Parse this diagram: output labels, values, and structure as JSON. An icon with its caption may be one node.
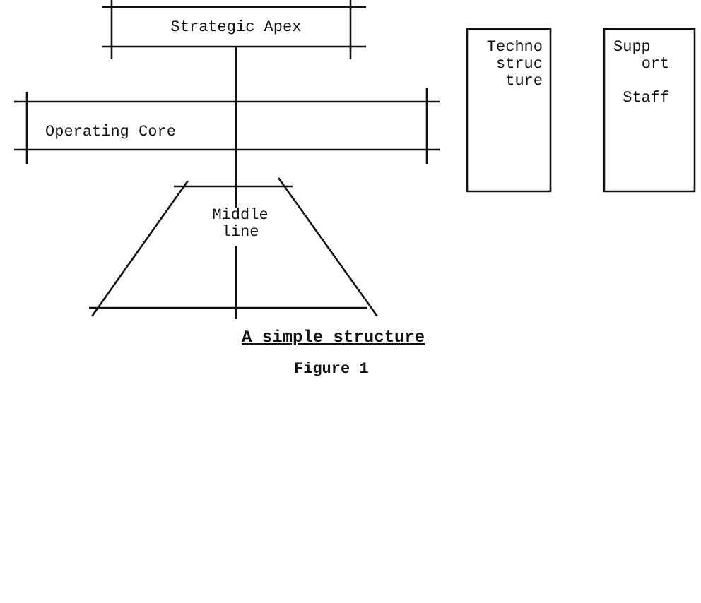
{
  "diagram": {
    "caption": "A simple structure",
    "nodes": [
      {
        "text": [
          "Strategic Apex"
        ]
      },
      {
        "text": [
          "Operating Core"
        ]
      },
      {
        "text": [
          "Middle line"
        ]
      },
      {
        "text": [
          "Techno struc ture"
        ]
      },
      {
        "text": [
          "Supp ort Staff"
        ]
      }
    ],
    "edges": [
      {
        "from": 0,
        "to": 1,
        "arrow": "none"
      },
      {
        "from": 1,
        "to": 2,
        "arrow": "none"
      }
    ],
    "labels": [
      "Figure 1"
    ]
  }
}
